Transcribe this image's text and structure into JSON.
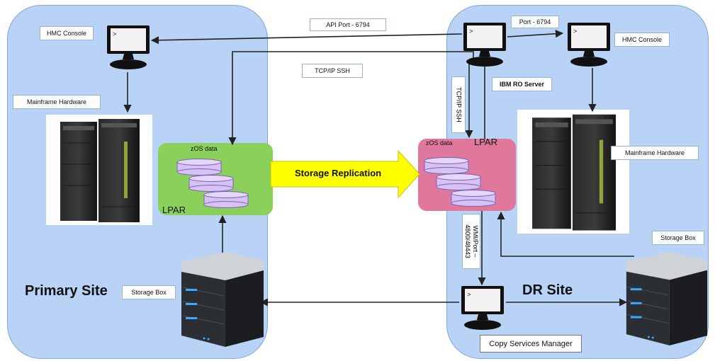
{
  "primary_site": {
    "title": "Primary Site",
    "hmc_console_label": "HMC Console",
    "mainframe_label": "Mainframe Hardware",
    "zos_label": "zOS data",
    "lpar_label": "LPAR",
    "storage_label": "Storage Box"
  },
  "dr_site": {
    "title": "DR Site",
    "port_label": "Port - 6794",
    "hmc_console_label": "HMC Console",
    "ro_server_label": "IBM RO Server",
    "tcpip_ssh_label": "TCP/IP SSH",
    "zos_label": "zOS  data",
    "lpar_label": "LPAR",
    "mainframe_label": "Mainframe Hardware",
    "wmi_port_label": "WMI/Port – 4800/48443",
    "storage_label": "Storage Box",
    "csm_label": "Copy Services Manager"
  },
  "links": {
    "api_port_label": "API Port - 6794",
    "tcpip_ssh_label": "TCP/IP SSH",
    "replication_label": "Storage Replication"
  },
  "colors": {
    "site_fill": "#b8d3f6",
    "primary_lpar": "#8bd05a",
    "dr_lpar": "#e0779c",
    "disk": "#d8c2f4",
    "replication_arrow": "#ffff00"
  },
  "icons": {
    "terminal": "computer-terminal-icon",
    "mainframe": "mainframe-rack-icon",
    "storage": "storage-server-icon",
    "disk": "database-cylinder-icon"
  }
}
